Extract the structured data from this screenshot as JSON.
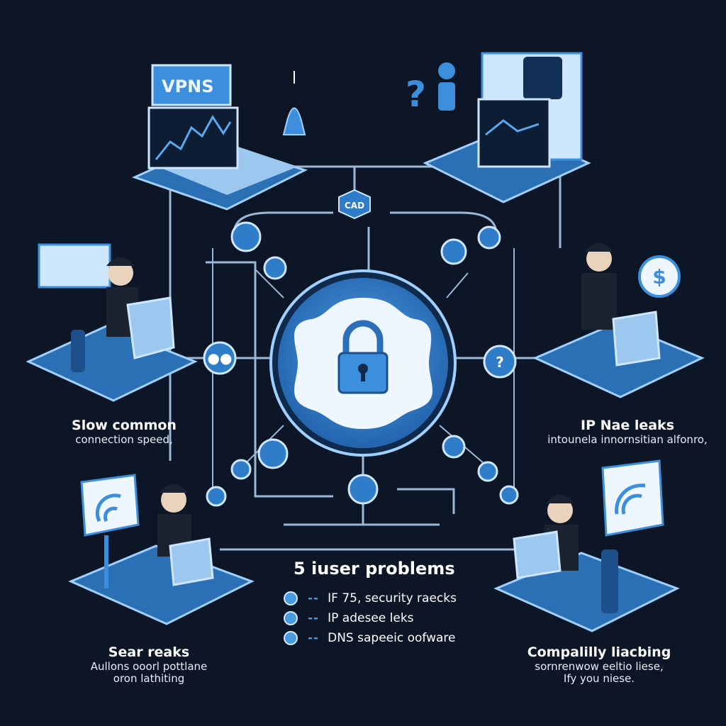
{
  "colors": {
    "background": "#0c1626",
    "accent": "#3b8fdc",
    "light": "#cfe6ff",
    "line": "#9ab8d6"
  },
  "top_left": {
    "screen_label": "VPNS"
  },
  "top_center": {
    "badge": "CAD"
  },
  "center": {
    "icon": "lock-icon"
  },
  "stations": [
    {
      "title": "Slow common",
      "subtitle": "connection speed,"
    },
    {
      "title": "IP Nae leaks",
      "subtitle": "intounela innornsitian alfonro,"
    },
    {
      "title": "Sear reaks",
      "subtitle": "Aullons ooorl pottlane",
      "subtitle2": "oron lathiting"
    },
    {
      "title": "Compalilly liacbing",
      "subtitle": "sornrenwow eeltio liese,",
      "subtitle2": "Ify you niese."
    }
  ],
  "legend": {
    "title": "5  iuser problems",
    "items": [
      {
        "dash": "--",
        "text": "IF 75, security raecks"
      },
      {
        "dash": "--",
        "text": "IP adesee leks"
      },
      {
        "dash": "--",
        "text": "DNS sapeeic oofware"
      }
    ]
  }
}
